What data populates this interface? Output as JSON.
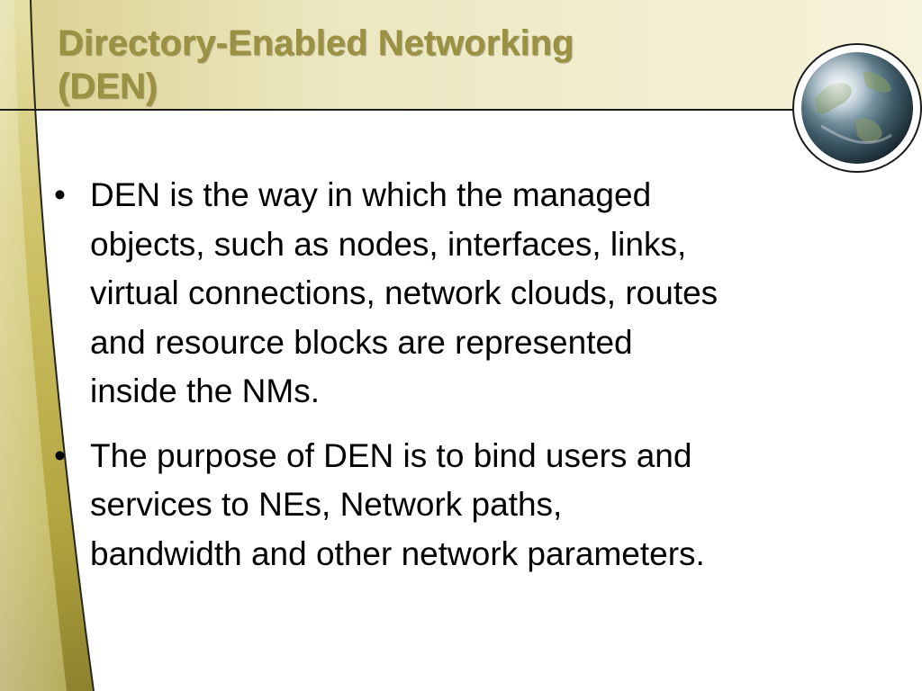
{
  "slide": {
    "title_lines": [
      "Directory-Enabled Networking",
      "(DEN)"
    ],
    "bullet_symbol": "•",
    "bullets": [
      {
        "lines": [
          "DEN is the way in which the managed",
          "objects, such as nodes, interfaces, links,",
          "virtual connections, network clouds, routes",
          "and resource blocks are represented",
          "inside the NMs."
        ]
      },
      {
        "lines": [
          "The purpose of DEN is to bind users and",
          "services to NEs, Network paths,",
          "bandwidth and other network parameters."
        ]
      }
    ]
  },
  "colors": {
    "title": "#9a9143",
    "header_band": "#e8e2b4",
    "left_band": "#bdb04f",
    "left_band_dark": "#857b2c",
    "divider": "#1a1a1a",
    "text": "#000000"
  },
  "decor": {
    "globe": "globe-icon"
  }
}
